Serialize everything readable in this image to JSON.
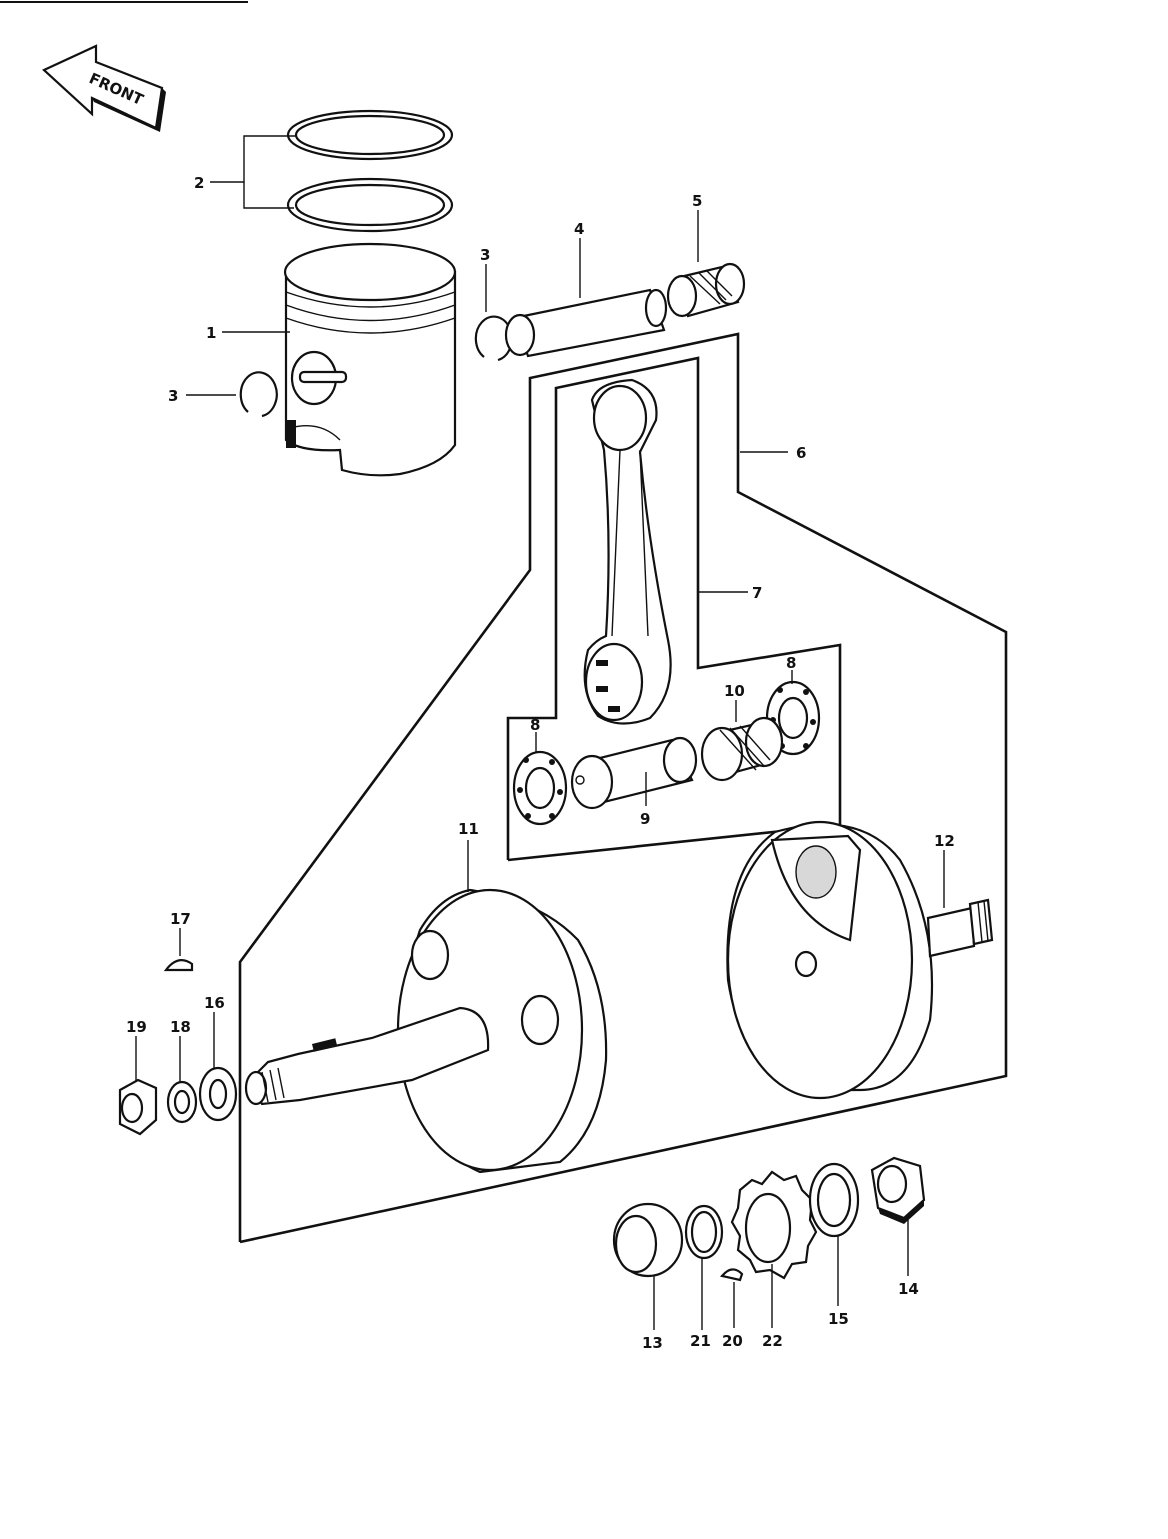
{
  "front_label": "FRONT",
  "callouts": {
    "p1": "1",
    "p2": "2",
    "p3a": "3",
    "p3b": "3",
    "p4": "4",
    "p5": "5",
    "p6": "6",
    "p7": "7",
    "p8a": "8",
    "p8b": "8",
    "p9": "9",
    "p10": "10",
    "p11": "11",
    "p12": "12",
    "p13": "13",
    "p14": "14",
    "p15": "15",
    "p16": "16",
    "p17": "17",
    "p18": "18",
    "p19": "19",
    "p20": "20",
    "p21": "21",
    "p22": "22"
  }
}
